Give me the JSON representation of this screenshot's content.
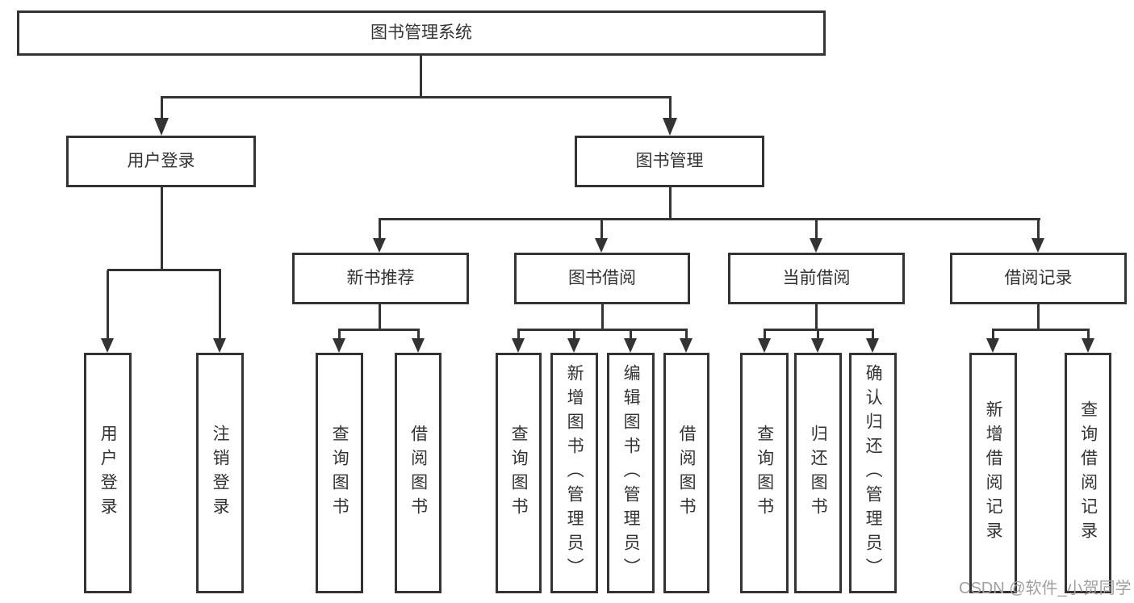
{
  "diagram": {
    "type": "tree-structure-diagram",
    "colors": {
      "line": "#333333",
      "text": "#333333",
      "box_background": "#ffffff",
      "watermark": "#a0a0a0"
    },
    "watermark": "CSDN @软件_小贺同学",
    "nodes": {
      "root": {
        "label": "图书管理系统"
      },
      "user_login": {
        "label": "用户登录"
      },
      "book_management": {
        "label": "图书管理"
      },
      "new_book_recommend": {
        "label": "新书推荐"
      },
      "book_borrow": {
        "label": "图书借阅"
      },
      "current_borrow": {
        "label": "当前借阅"
      },
      "borrow_records": {
        "label": "借阅记录"
      },
      "leaf_user_login": {
        "label": "用户登录"
      },
      "leaf_logout": {
        "label": "注销登录"
      },
      "leaf_rec_query_book": {
        "label": "查询图书"
      },
      "leaf_rec_borrow_book": {
        "label": "借阅图书"
      },
      "leaf_bb_query_book": {
        "label": "查询图书"
      },
      "leaf_bb_add_book": {
        "label": "新增图书（管理员）"
      },
      "leaf_bb_edit_book": {
        "label": "编辑图书（管理员）"
      },
      "leaf_bb_borrow_book": {
        "label": "借阅图书"
      },
      "leaf_cb_query_book": {
        "label": "查询图书"
      },
      "leaf_cb_return_book": {
        "label": "归还图书"
      },
      "leaf_cb_confirm_return": {
        "label": "确认归还（管理员）"
      },
      "leaf_br_add_record": {
        "label": "新增借阅记录"
      },
      "leaf_br_query_record": {
        "label": "查询借阅记录"
      }
    },
    "edges": [
      "图书管理系统 -> 用户登录",
      "图书管理系统 -> 图书管理",
      "用户登录 -> 用户登录(叶), 注销登录",
      "图书管理 -> 新书推荐, 图书借阅, 当前借阅, 借阅记录",
      "新书推荐 -> 查询图书, 借阅图书",
      "图书借阅 -> 查询图书, 新增图书（管理员）, 编辑图书（管理员）, 借阅图书",
      "当前借阅 -> 查询图书, 归还图书, 确认归还（管理员）",
      "借阅记录 -> 新增借阅记录, 查询借阅记录"
    ]
  }
}
